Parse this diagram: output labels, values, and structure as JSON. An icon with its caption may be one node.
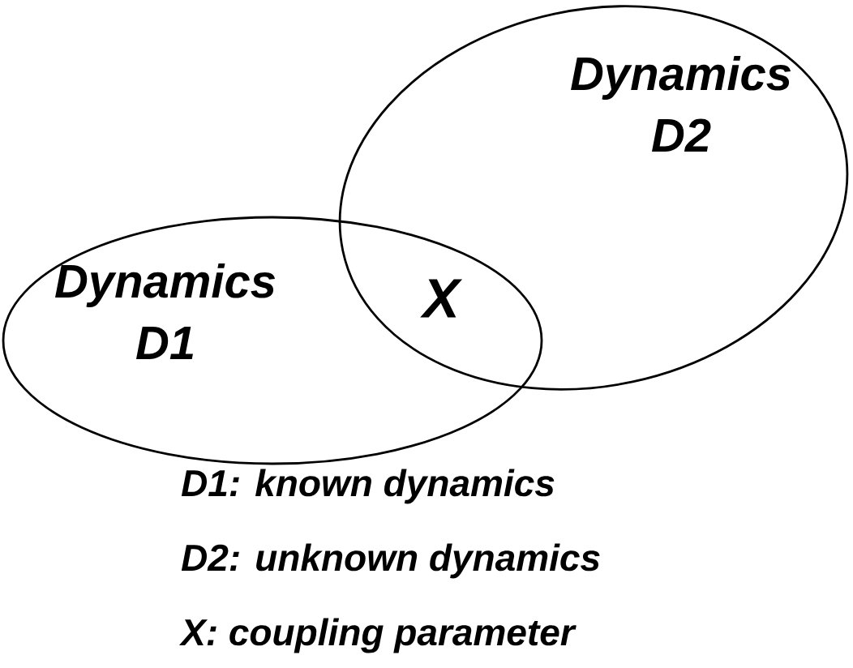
{
  "diagram": {
    "nodes": [
      {
        "text": [
          "Dynamics D1"
        ]
      },
      {
        "text": [
          "Dynamics D2"
        ]
      }
    ],
    "labels": [
      "X",
      "D1: known dynamics",
      "D2: unknown dynamics",
      "X: coupling parameter"
    ]
  }
}
